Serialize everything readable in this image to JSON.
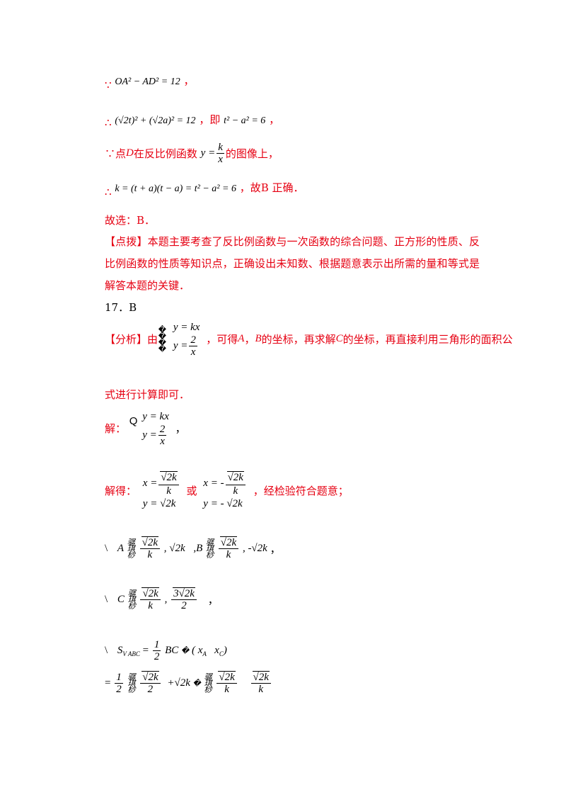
{
  "lines": {
    "because_sym": "∵",
    "therefore_sym": "∴",
    "eq1": "OA² − AD² = 12",
    "eq1_comma": "，",
    "eq2": "(√2t)² + (√2a)² = 12",
    "eq2_mid": "，即",
    "eq2_b": "t² − a² = 6",
    "eq2_end": "，",
    "stmt3_a": "∵点",
    "stmt3_D": "D",
    "stmt3_b": "在反比例函数",
    "stmt3_c": "的图像上，",
    "func_lhs": "y =",
    "func_num": "k",
    "func_den": "x",
    "eq4": "k = (t + a)(t − a) = t² − a² = 6",
    "eq4_end": "，故B 正确．",
    "choice": "故选：B．",
    "tip": "【点拨】本题主要考查了反比例函数与一次函数的综合问题、正方形的性质、反比例函数的性质等知识点，正确设出未知数、根据题意表示出所需的量和等式是解答本题的关键．",
    "q17": "17．B",
    "analysis_a": "【分析】由",
    "sys1_r1": "y = kx",
    "sys1_r2_lhs": "y =",
    "sys1_num": "2",
    "sys1_den": "x",
    "analysis_b": "，可得",
    "analysis_A": "A",
    "analysis_c": "，",
    "analysis_B": "B",
    "analysis_d": "的坐标，再求解",
    "analysis_C": "C",
    "analysis_e": "的坐标，再直接利用三角形的面积公",
    "analysis_f": "式进行计算即可．",
    "sol_label": "解：",
    "sol_Q": "Q",
    "sol_comma": "，",
    "solved_label": "解得：",
    "solved_or": "或",
    "solved_tail": "，经检验符合题意；",
    "x1_lhs": "x =",
    "x1_num": "√2k",
    "x1_den": "k",
    "y1": "y = √2k",
    "x2_lhs": "x = -",
    "x2_num": "√2k",
    "x2_den": "k",
    "y2": "y = - √2k",
    "backslash": "\\",
    "ptA": "A",
    "ptA_num": "√2k",
    "ptA_den": "k",
    "ptA_b": ", √2k",
    "ptB": ",B",
    "ptB_num": "√2k",
    "ptB_den": "k",
    "ptB_b": ", -√2k",
    "ptB_end": "，",
    "ptC": "C",
    "ptC_num1": "√2k",
    "ptC_den1": "k",
    "ptC_sep": ",",
    "ptC_num2": "3√2k",
    "ptC_den2": "2",
    "ptC_end": "，",
    "area_S": "S",
    "area_sub": "V ABC",
    "area_eq": "=",
    "area_half_num": "1",
    "area_half_den": "2",
    "area_BC": "BC",
    "area_par": "( x",
    "area_xA_sub": "A",
    "area_xC": "x",
    "area_xC_sub": "C",
    "area_close": ")",
    "last_eq": "=",
    "last_num1": "1",
    "last_den1": "2",
    "last_num2": "√2k",
    "last_den2": "2",
    "last_plus": "+√2k",
    "last_num3": "√2k",
    "last_den3": "k",
    "last_num4": "√2k",
    "last_den4": "k",
    "garbled": "�",
    "bracket_glyphs": [
      "骣",
      "琪",
      "桫"
    ]
  }
}
